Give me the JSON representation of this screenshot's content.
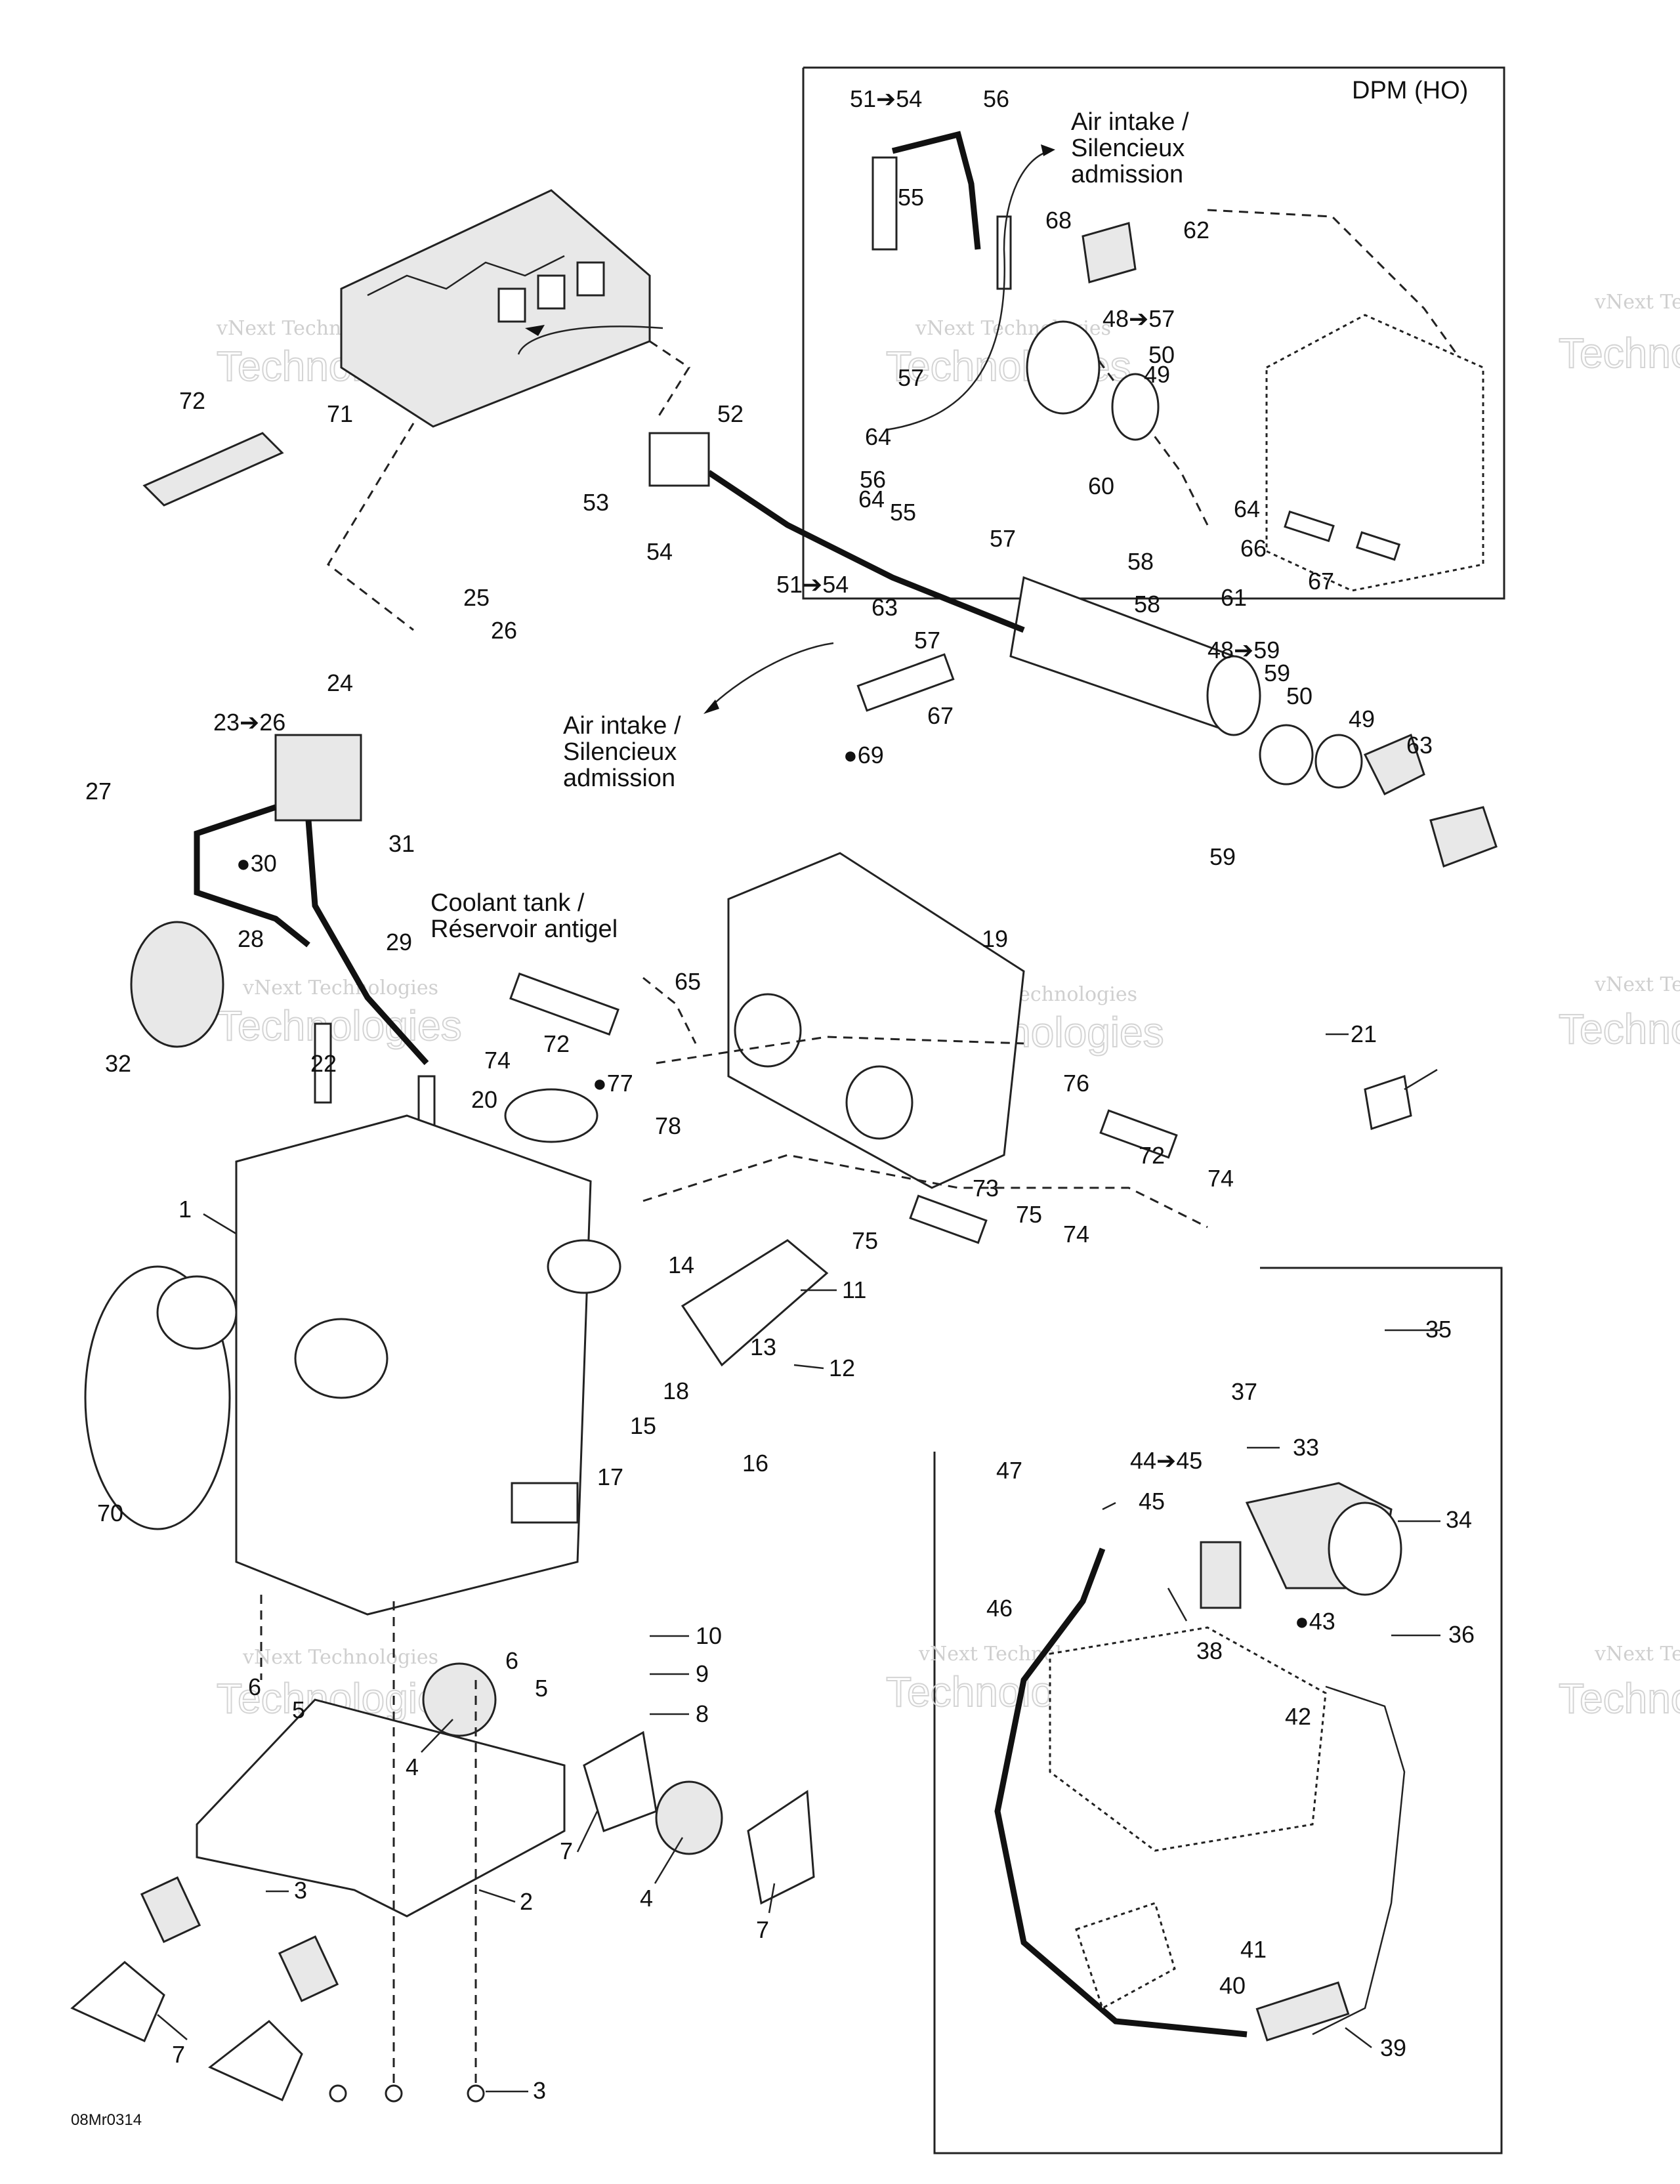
{
  "header": {
    "variant_label": "DPM (HO)"
  },
  "captions": {
    "air_intake_top": [
      "Air intake /",
      "Silencieux",
      "admission"
    ],
    "air_intake_mid": [
      "Air intake /",
      "Silencieux",
      "admission"
    ],
    "coolant_tank": [
      "Coolant tank /",
      "Réservoir antigel"
    ]
  },
  "footer": {
    "drawing_code": "08Mr0314"
  },
  "watermark": {
    "line1": "vNext Technologies",
    "line2": "Technologies"
  },
  "callouts": [
    "1",
    "2",
    "3",
    "3",
    "4",
    "4",
    "5",
    "5",
    "6",
    "6",
    "7",
    "7",
    "7",
    "8",
    "9",
    "10",
    "11",
    "12",
    "13",
    "14",
    "15",
    "16",
    "17",
    "18",
    "19",
    "20",
    "21",
    "22",
    "23➔26",
    "24",
    "25",
    "26",
    "27",
    "28",
    "29",
    "●30",
    "31",
    "32",
    "33",
    "34",
    "35",
    "36",
    "37",
    "38",
    "39",
    "40",
    "41",
    "42",
    "●43",
    "44➔45",
    "45",
    "46",
    "47",
    "48➔57",
    "48➔59",
    "49",
    "49",
    "50",
    "50",
    "51➔54",
    "51➔54",
    "52",
    "53",
    "54",
    "55",
    "55",
    "56",
    "56",
    "57",
    "57",
    "57",
    "58",
    "58",
    "59",
    "59",
    "60",
    "61",
    "62",
    "63",
    "63",
    "64",
    "64",
    "64",
    "65",
    "66",
    "67",
    "67",
    "68",
    "●69",
    "70",
    "71",
    "72",
    "72",
    "72",
    "73",
    "74",
    "74",
    "74",
    "75",
    "75",
    "76",
    "●77",
    "78"
  ]
}
